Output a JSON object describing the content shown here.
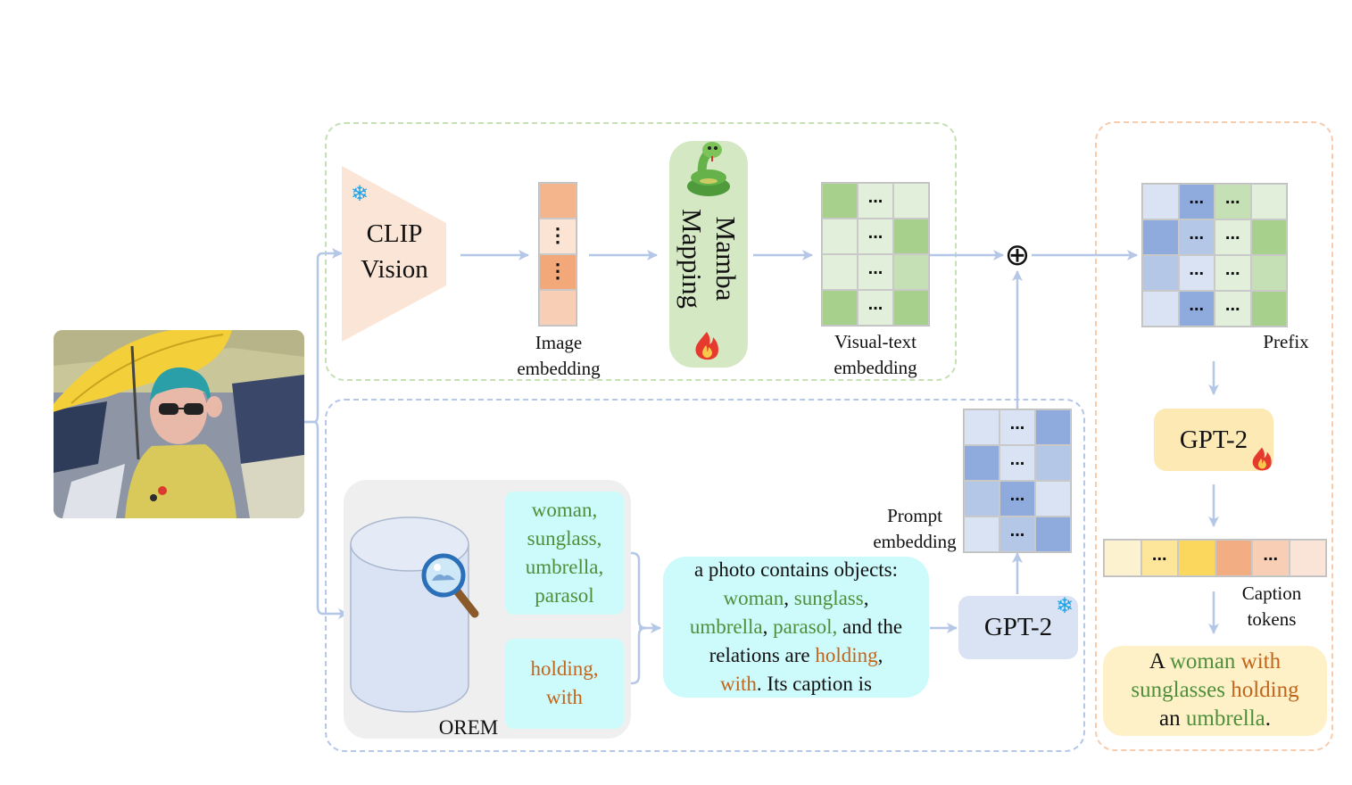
{
  "clip": {
    "line1": "CLIP",
    "line2": "Vision"
  },
  "image_embedding": {
    "line1": "Image",
    "line2": "embedding",
    "cells": [
      "",
      "⋮",
      "⋮",
      ""
    ],
    "colors": [
      "#f4b48c",
      "#fbe4d4",
      "#f2a878",
      "#f8ceb4"
    ]
  },
  "mamba": {
    "line1": "Mamba",
    "line2": "Mapping"
  },
  "visual_text": {
    "line1": "Visual-text",
    "line2": "embedding",
    "cells": [
      "",
      "...",
      "",
      "",
      "...",
      "",
      "",
      "...",
      "",
      "",
      "...",
      ""
    ],
    "colors": [
      "#a8d08d",
      "#e2efda",
      "#e2efda",
      "#e2efda",
      "#e2efda",
      "#a8d08d",
      "#e2efda",
      "#e2efda",
      "#c5e0b4",
      "#a8d08d",
      "#e2efda",
      "#a8d08d"
    ]
  },
  "prefix": {
    "label": "Prefix",
    "cells": [
      "",
      "...",
      "...",
      "",
      "",
      "...",
      "...",
      "",
      "",
      "...",
      "...",
      "",
      "",
      "...",
      "...",
      ""
    ],
    "colors": [
      "#dae3f3",
      "#8faadc",
      "#c5e0b4",
      "#e2efda",
      "#8faadc",
      "#b4c7e7",
      "#e2efda",
      "#a8d08d",
      "#b4c7e7",
      "#dae3f3",
      "#e2efda",
      "#c5e0b4",
      "#dae3f3",
      "#8faadc",
      "#e2efda",
      "#a8d08d"
    ]
  },
  "prompt": {
    "line1": "Prompt",
    "line2": "embedding",
    "cells": [
      "",
      "...",
      "",
      "",
      "...",
      "",
      "",
      "...",
      "",
      "",
      "...",
      ""
    ],
    "colors": [
      "#dae3f3",
      "#dae3f3",
      "#8faadc",
      "#8faadc",
      "#dae3f3",
      "#b4c7e7",
      "#b4c7e7",
      "#8faadc",
      "#dae3f3",
      "#dae3f3",
      "#b4c7e7",
      "#8faadc"
    ]
  },
  "gpt2_frozen": {
    "label": "GPT-2"
  },
  "gpt2_train": {
    "label": "GPT-2"
  },
  "caption_tokens": {
    "line1": "Caption",
    "line2": "tokens",
    "cells": [
      "",
      "...",
      "",
      "",
      "...",
      ""
    ],
    "colors": [
      "#fdf2d0",
      "#fde59a",
      "#fcd75e",
      "#f2ae82",
      "#f8ceb4",
      "#fae4d8"
    ]
  },
  "orem": {
    "label": "OREM"
  },
  "objects": {
    "l1": "woman,",
    "l2": "sunglass,",
    "l3": "umbrella,",
    "l4": "parasol"
  },
  "relations": {
    "l1": "holding,",
    "l2": "with"
  },
  "prompt_text": {
    "l1": "a photo contains objects:",
    "l2a": "woman",
    "l2b": ", ",
    "l2c": "sunglass",
    "l2d": ",",
    "l3a": "umbrella",
    "l3b": ", ",
    "l3c": "parasol,",
    "l3d": " and the",
    "l4a": "relations are ",
    "l4b": "holding",
    "l4c": ",",
    "l5a": "with",
    "l5b": ". Its caption is"
  },
  "caption": {
    "l1a": "A ",
    "l1b": "woman",
    "l1c": " with",
    "l2a": "sunglasses",
    "l2b": " holding",
    "l3a": "an ",
    "l3b": "umbrella",
    "l3c": "."
  },
  "plus": "⊕",
  "colors": {
    "green_text": "#4f8f3a",
    "orange_text": "#c2651c",
    "arrow": "#b4c7e7",
    "green_dash": "#c5e0b4",
    "blue_dash": "#b4c7e7",
    "orange_dash": "#f8cbad"
  }
}
